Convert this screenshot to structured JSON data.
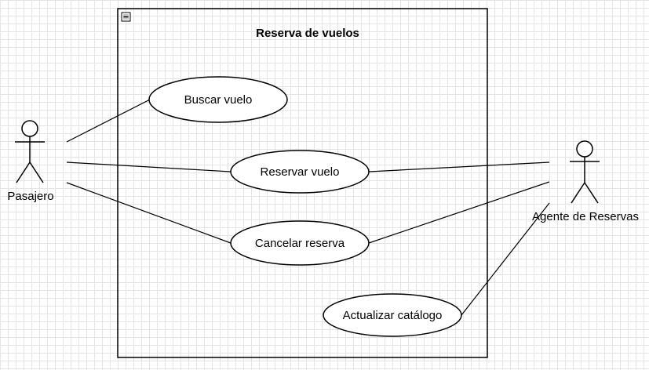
{
  "system": {
    "title": "Reserva de vuelos"
  },
  "actors": {
    "passenger": "Pasajero",
    "agent": "Agente de Reservas"
  },
  "use_cases": {
    "search": "Buscar vuelo",
    "book": "Reservar vuelo",
    "cancel": "Cancelar reserva",
    "update_catalog": "Actualizar catálogo"
  },
  "colors": {
    "stroke": "#000000",
    "grid": "#e4e4e4",
    "background": "#ffffff"
  }
}
